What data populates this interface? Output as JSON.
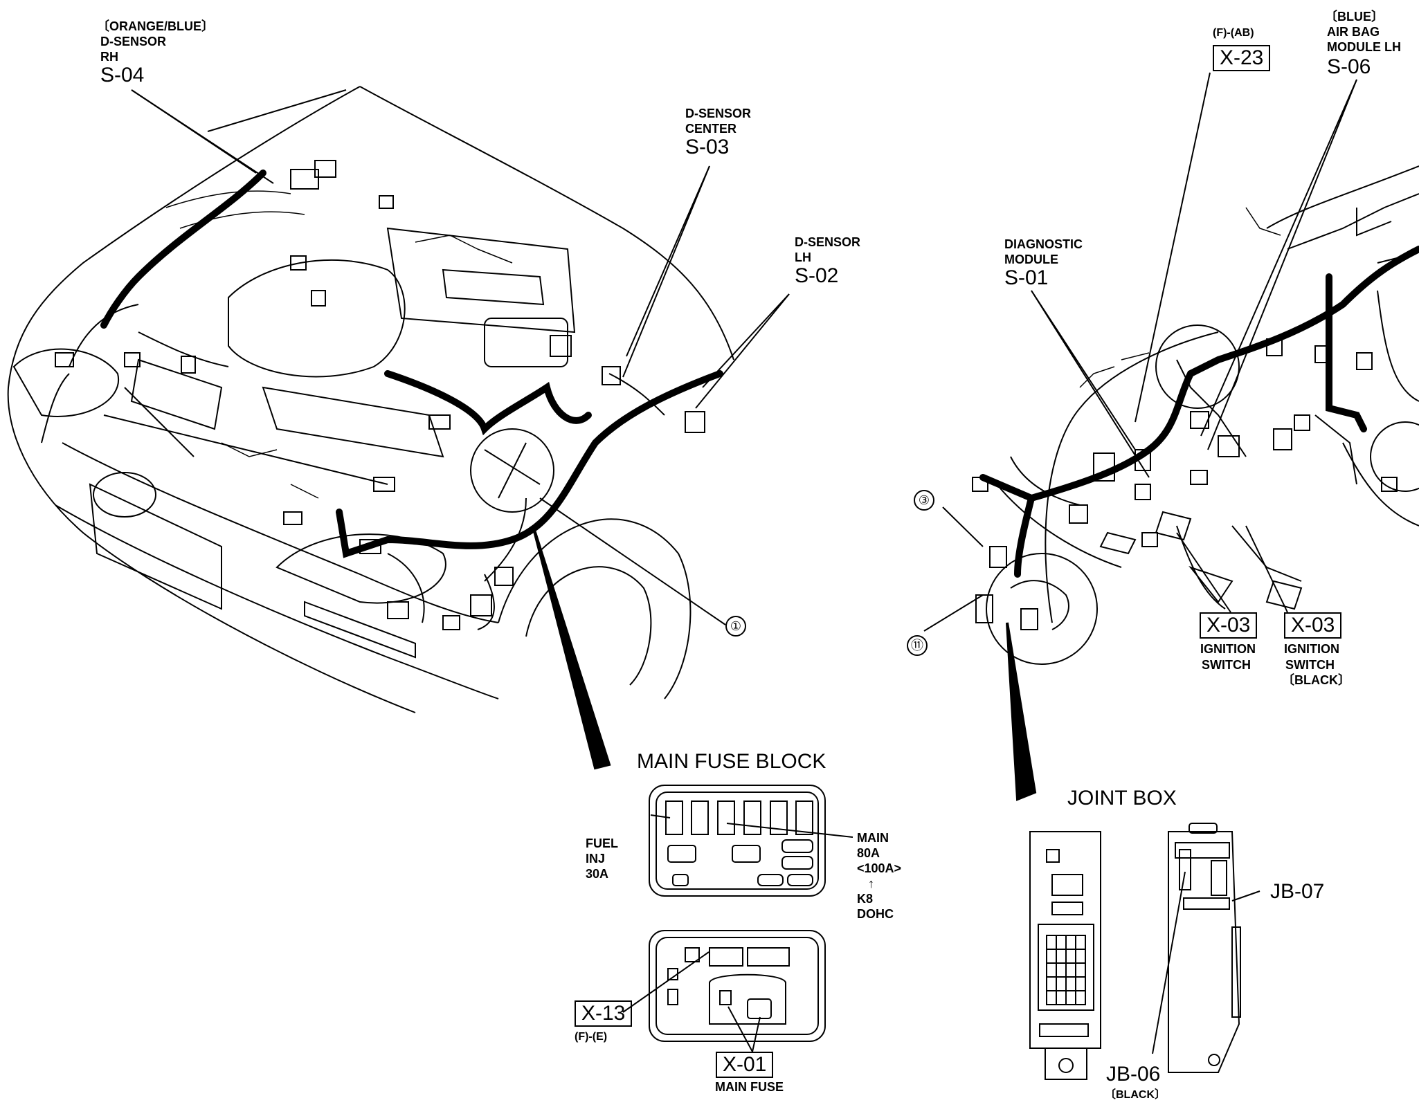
{
  "labels": {
    "s04": {
      "color": "〔ORANGE/BLUE〕",
      "name": "D-SENSOR",
      "sub": "RH",
      "code": "S-04"
    },
    "s03": {
      "name": "D-SENSOR",
      "sub": "CENTER",
      "code": "S-03"
    },
    "s02": {
      "name": "D-SENSOR",
      "sub": "LH",
      "code": "S-02"
    },
    "s01": {
      "name": "DIAGNOSTIC",
      "sub": "MODULE",
      "code": "S-01"
    },
    "x23": {
      "note": "(F)-(AB)",
      "code": "X-23"
    },
    "s06": {
      "color": "〔BLUE〕",
      "name": "AIR BAG",
      "sub": "MODULE LH",
      "code": "S-06"
    },
    "x03a": {
      "code": "X-03",
      "name": "IGNITION",
      "sub": "SWITCH"
    },
    "x03b": {
      "code": "X-03",
      "name": "IGNITION",
      "sub": "SWITCH",
      "color": "〔BLACK〕"
    },
    "callout_1": "①",
    "callout_3": "③",
    "callout_11": "⑪"
  },
  "fuse_block": {
    "title": "MAIN FUSE BLOCK",
    "fuel_l1": "FUEL",
    "fuel_l2": "INJ",
    "fuel_l3": "30A",
    "main_l1": "MAIN",
    "main_l2": "80A",
    "main_l3": "<100A>",
    "arrow": "↑",
    "main_l4": "K8",
    "main_l5": "DOHC",
    "x13": "X-13",
    "x13_note": "(F)-(E)",
    "x01": "X-01",
    "x01_note": "MAIN FUSE"
  },
  "joint_box": {
    "title": "JOINT BOX",
    "jb07": "JB-07",
    "jb06": "JB-06",
    "jb06_color": "〔BLACK〕"
  }
}
